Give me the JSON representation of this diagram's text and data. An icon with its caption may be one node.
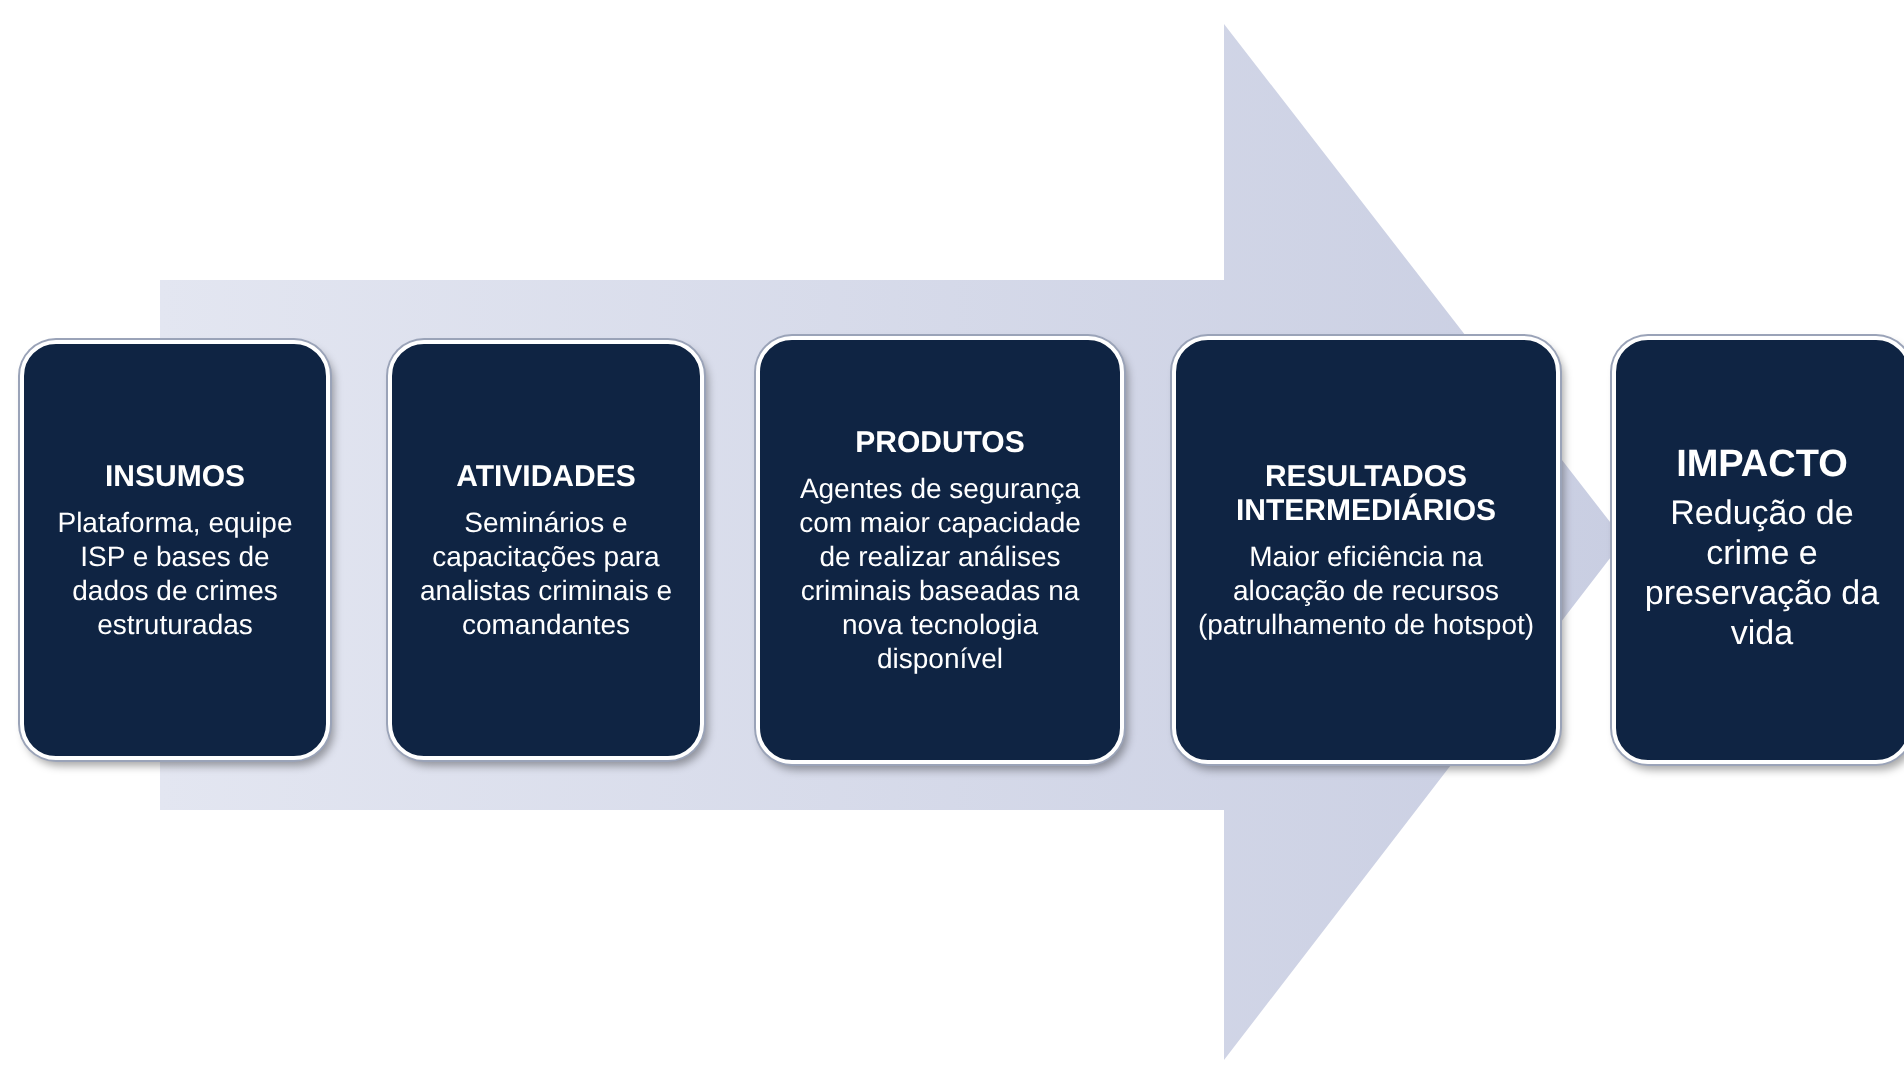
{
  "diagram": {
    "nodes": [
      {
        "text": [
          "INSUMOS",
          "Plataforma, equipe ISP e bases de dados de crimes estruturadas"
        ]
      },
      {
        "text": [
          "ATIVIDADES",
          "Seminários e capacitações para analistas criminais e comandantes"
        ]
      },
      {
        "text": [
          "PRODUTOS",
          "Agentes de segurança com maior capacidade de realizar análises criminais baseadas na nova tecnologia disponível"
        ]
      },
      {
        "text": [
          "RESULTADOS INTERMEDIÁRIOS",
          "Maior eficiência na alocação de recursos (patrulhamento de hotspot)"
        ]
      },
      {
        "text": [
          "IMPACTO",
          "Redução de crime e preservação da vida"
        ]
      }
    ],
    "edges": [
      {
        "from": 0,
        "to": 4,
        "arrow": "to"
      }
    ]
  }
}
